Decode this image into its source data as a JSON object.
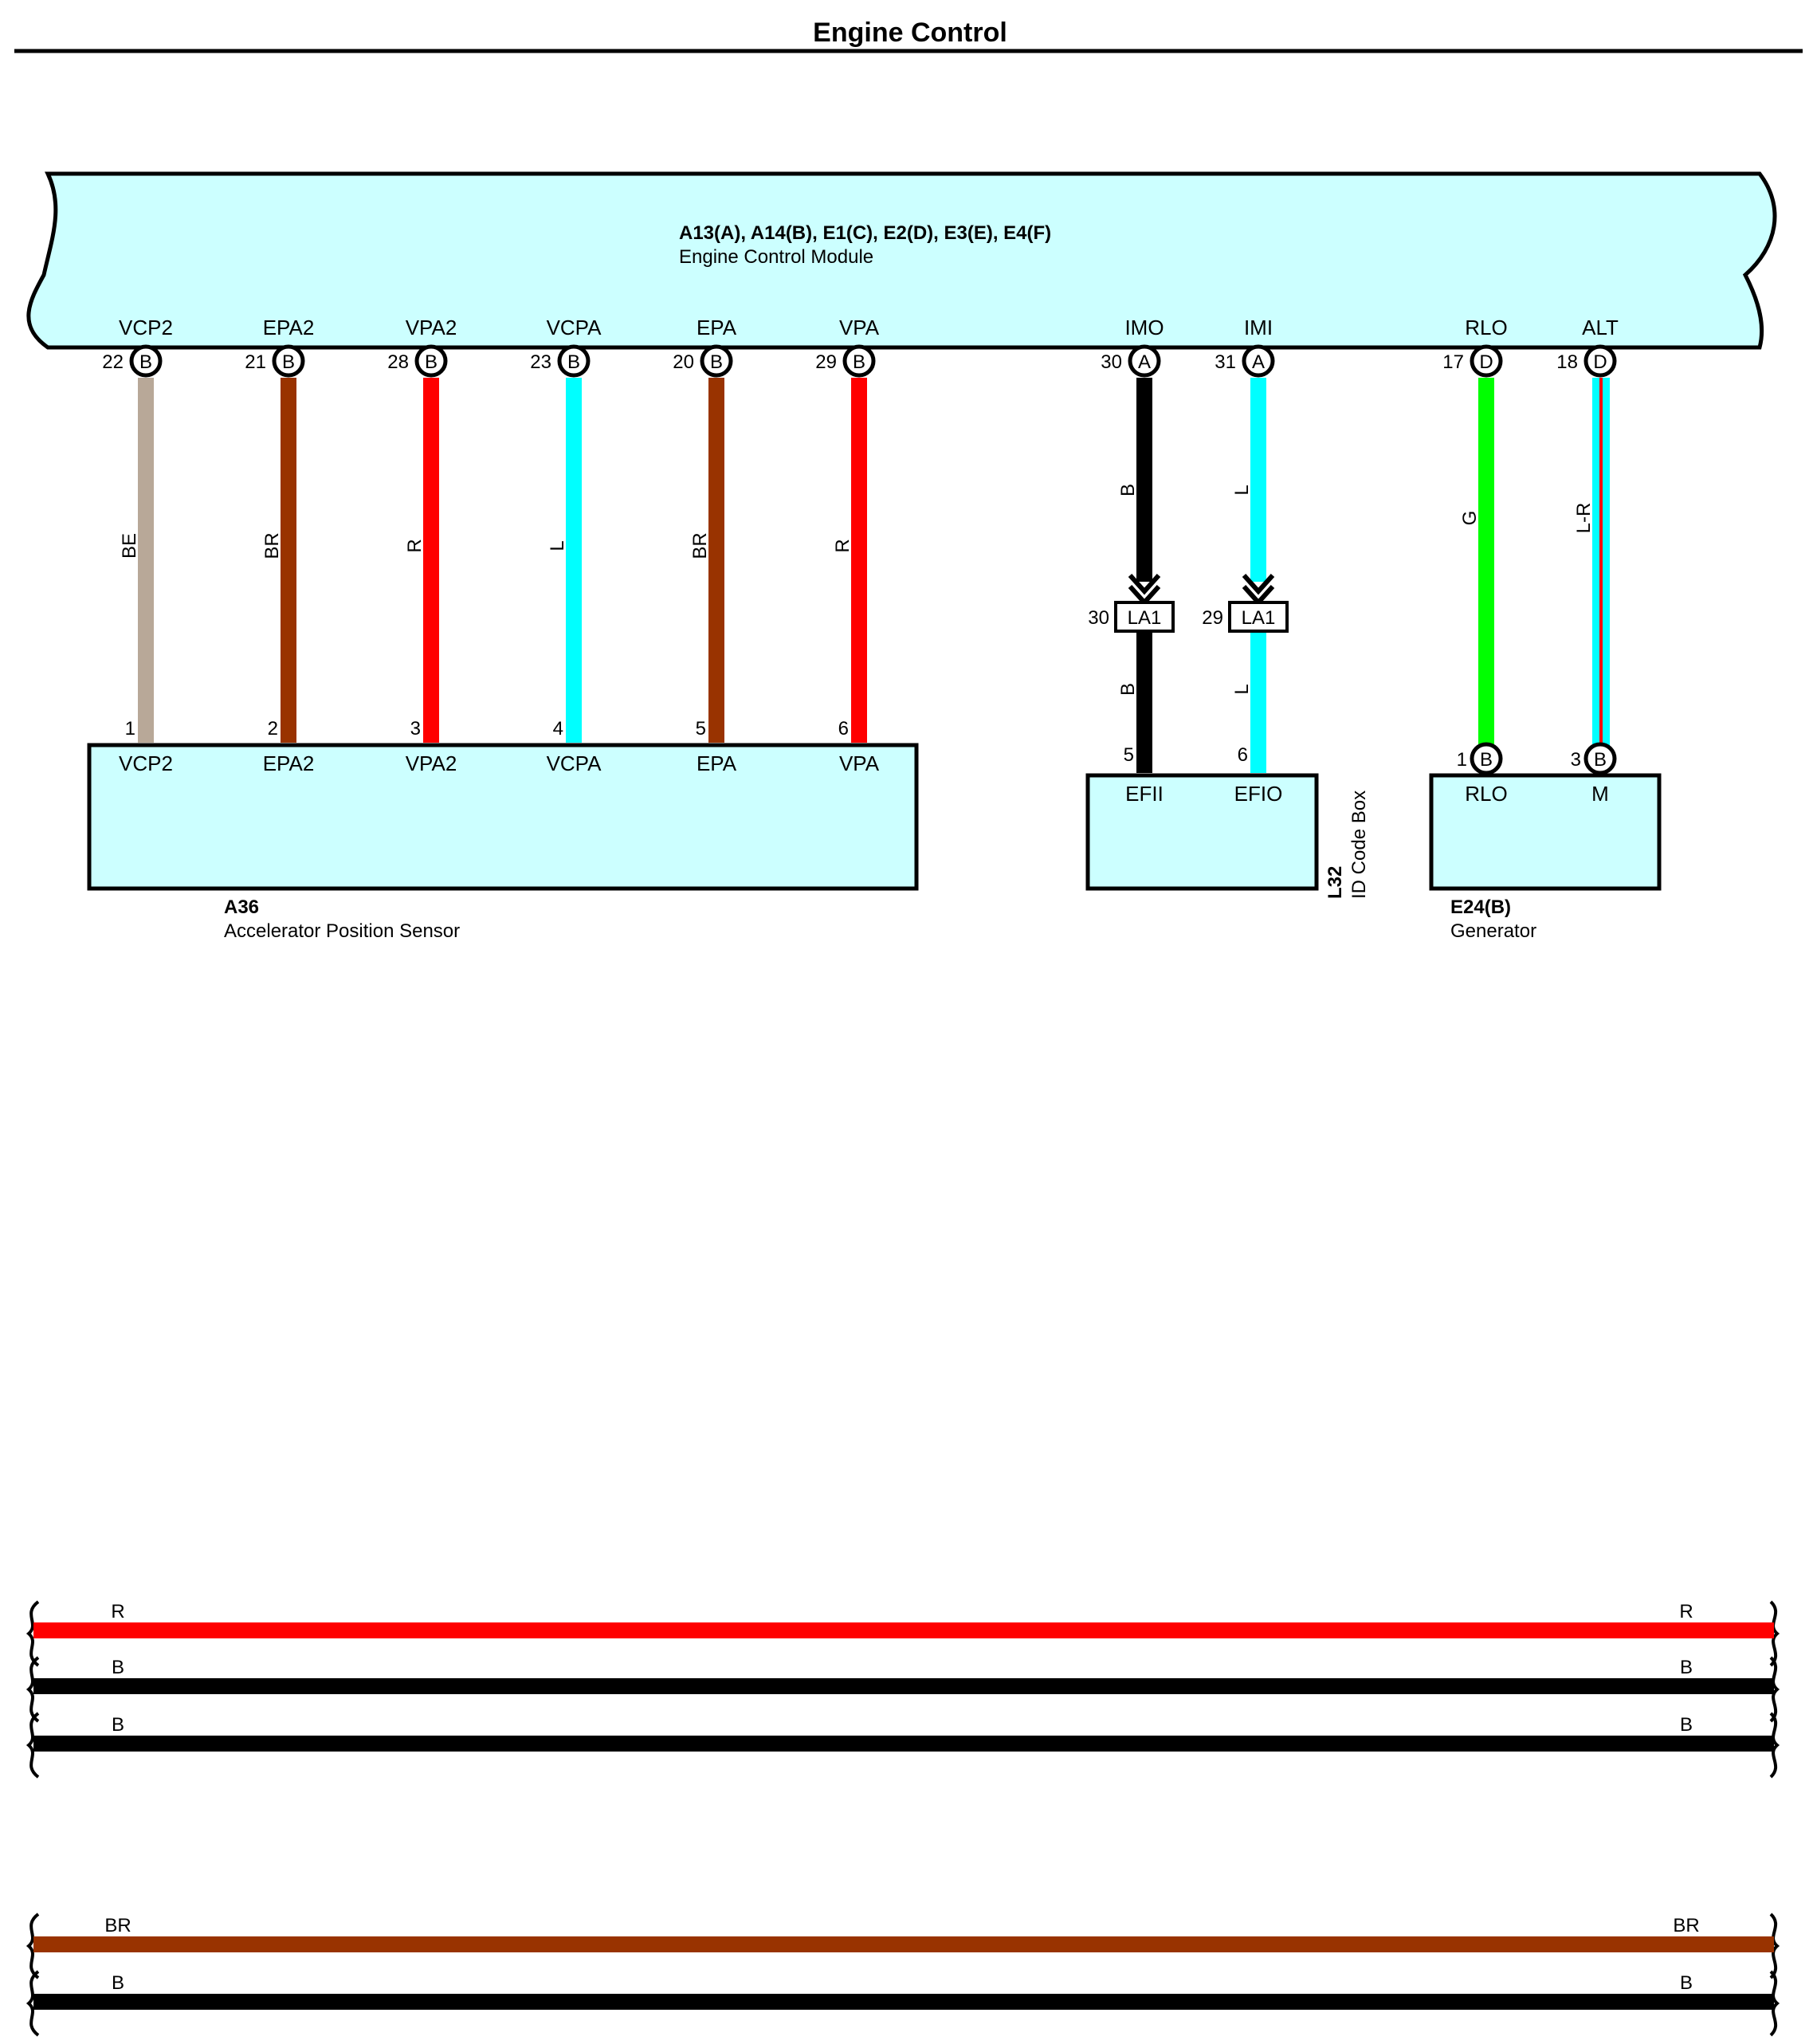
{
  "title": "Engine Control",
  "colors": {
    "box_fill": "#ccffff",
    "BE": "#b8a898",
    "BR": "#993300",
    "R": "#ff0000",
    "L": "#00ffff",
    "B": "#000000",
    "G": "#00ff00"
  },
  "ecm": {
    "codes": "A13(A), A14(B), E1(C), E2(D), E3(E), E4(F)",
    "name": "Engine Control Module",
    "terminals": [
      {
        "label": "VCP2",
        "pin": "22",
        "conn": "B",
        "wire": "BE"
      },
      {
        "label": "EPA2",
        "pin": "21",
        "conn": "B",
        "wire": "BR"
      },
      {
        "label": "VPA2",
        "pin": "28",
        "conn": "B",
        "wire": "R"
      },
      {
        "label": "VCPA",
        "pin": "23",
        "conn": "B",
        "wire": "L"
      },
      {
        "label": "EPA",
        "pin": "20",
        "conn": "B",
        "wire": "BR"
      },
      {
        "label": "VPA",
        "pin": "29",
        "conn": "B",
        "wire": "R"
      },
      {
        "label": "IMO",
        "pin": "30",
        "conn": "A",
        "wire": "B"
      },
      {
        "label": "IMI",
        "pin": "31",
        "conn": "A",
        "wire": "L"
      },
      {
        "label": "RLO",
        "pin": "17",
        "conn": "D",
        "wire": "G"
      },
      {
        "label": "ALT",
        "pin": "18",
        "conn": "D",
        "wire": "L-R"
      }
    ]
  },
  "sensor": {
    "code": "A36",
    "name": "Accelerator Position Sensor",
    "terminals": [
      {
        "pin": "1",
        "label": "VCP2"
      },
      {
        "pin": "2",
        "label": "EPA2"
      },
      {
        "pin": "3",
        "label": "VPA2"
      },
      {
        "pin": "4",
        "label": "VCPA"
      },
      {
        "pin": "5",
        "label": "EPA"
      },
      {
        "pin": "6",
        "label": "VPA"
      }
    ]
  },
  "la1": {
    "name": "LA1",
    "pins": [
      "30",
      "29"
    ],
    "wires_below": [
      "B",
      "L"
    ]
  },
  "idbox": {
    "code": "L32",
    "name": "ID Code Box",
    "terminals": [
      {
        "pin": "5",
        "label": "EFII"
      },
      {
        "pin": "6",
        "label": "EFIO"
      }
    ]
  },
  "generator": {
    "code": "E24(B)",
    "name": "Generator",
    "terminals": [
      {
        "pin": "1",
        "conn": "B",
        "label": "RLO"
      },
      {
        "pin": "3",
        "conn": "B",
        "label": "M"
      }
    ]
  },
  "bundles": [
    {
      "wires": [
        {
          "left": "R",
          "right": "R",
          "color": "R"
        },
        {
          "left": "B",
          "right": "B",
          "color": "B"
        },
        {
          "left": "B",
          "right": "B",
          "color": "B"
        }
      ]
    },
    {
      "wires": [
        {
          "left": "BR",
          "right": "BR",
          "color": "BR"
        },
        {
          "left": "B",
          "right": "B",
          "color": "B"
        }
      ]
    }
  ]
}
